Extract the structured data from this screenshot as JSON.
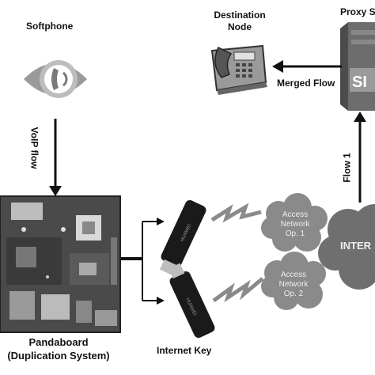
{
  "labels": {
    "softphone": "Softphone",
    "destination_line1": "Destination",
    "destination_line2": "Node",
    "proxy": "Proxy S",
    "merged_flow": "Merged Flow",
    "voip_flow": "VoIP flow",
    "flow1": "Flow 1",
    "pandaboard_line1": "Pandaboard",
    "pandaboard_line2": "(Duplication System)",
    "internet_key": "Internet Key",
    "access_op1": [
      "Access",
      "Network",
      "Op. 1"
    ],
    "access_op2": [
      "Access",
      "Network",
      "Op. 2"
    ],
    "internet": "INTER",
    "sip_logo": "SI"
  },
  "dongle_brand": "HUAWEI",
  "colors": {
    "arrow": "#111111",
    "cloud": "#8a8a8a",
    "cloud_dark": "#6f6f6f",
    "board": "#4a4a4a",
    "dongle": "#1a1a1a"
  }
}
